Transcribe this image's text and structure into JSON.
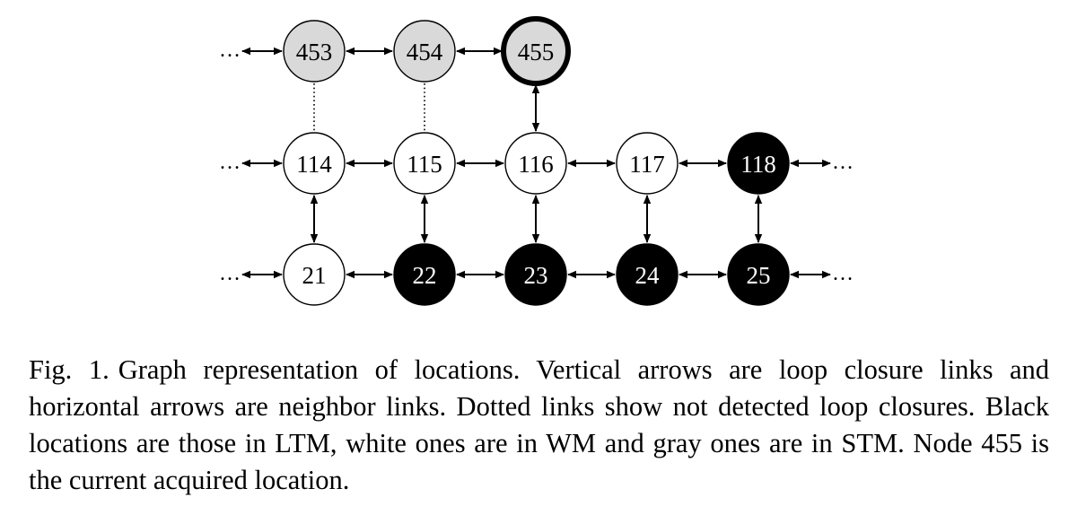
{
  "diagram": {
    "nodes": [
      {
        "id": "453",
        "label": "453",
        "fill": "#d9d9d9",
        "text_color": "#000000",
        "emphasis": false
      },
      {
        "id": "454",
        "label": "454",
        "fill": "#d9d9d9",
        "text_color": "#000000",
        "emphasis": false
      },
      {
        "id": "455",
        "label": "455",
        "fill": "#d9d9d9",
        "text_color": "#000000",
        "emphasis": true
      },
      {
        "id": "114",
        "label": "114",
        "fill": "#ffffff",
        "text_color": "#000000",
        "emphasis": false
      },
      {
        "id": "115",
        "label": "115",
        "fill": "#ffffff",
        "text_color": "#000000",
        "emphasis": false
      },
      {
        "id": "116",
        "label": "116",
        "fill": "#ffffff",
        "text_color": "#000000",
        "emphasis": false
      },
      {
        "id": "117",
        "label": "117",
        "fill": "#ffffff",
        "text_color": "#000000",
        "emphasis": false
      },
      {
        "id": "118",
        "label": "118",
        "fill": "#000000",
        "text_color": "#ffffff",
        "emphasis": false
      },
      {
        "id": "21",
        "label": "21",
        "fill": "#ffffff",
        "text_color": "#000000",
        "emphasis": false
      },
      {
        "id": "22",
        "label": "22",
        "fill": "#000000",
        "text_color": "#ffffff",
        "emphasis": false
      },
      {
        "id": "23",
        "label": "23",
        "fill": "#000000",
        "text_color": "#ffffff",
        "emphasis": false
      },
      {
        "id": "24",
        "label": "24",
        "fill": "#000000",
        "text_color": "#ffffff",
        "emphasis": false
      },
      {
        "id": "25",
        "label": "25",
        "fill": "#000000",
        "text_color": "#ffffff",
        "emphasis": false
      }
    ],
    "edges": [
      {
        "from": "453",
        "to": "454",
        "style": "arrow"
      },
      {
        "from": "454",
        "to": "455",
        "style": "arrow"
      },
      {
        "from": "114",
        "to": "115",
        "style": "arrow"
      },
      {
        "from": "115",
        "to": "116",
        "style": "arrow"
      },
      {
        "from": "116",
        "to": "117",
        "style": "arrow"
      },
      {
        "from": "117",
        "to": "118",
        "style": "arrow"
      },
      {
        "from": "21",
        "to": "22",
        "style": "arrow"
      },
      {
        "from": "22",
        "to": "23",
        "style": "arrow"
      },
      {
        "from": "23",
        "to": "24",
        "style": "arrow"
      },
      {
        "from": "24",
        "to": "25",
        "style": "arrow"
      },
      {
        "from": "453",
        "to": "114",
        "style": "dotted"
      },
      {
        "from": "454",
        "to": "115",
        "style": "dotted"
      },
      {
        "from": "455",
        "to": "116",
        "style": "arrow"
      },
      {
        "from": "114",
        "to": "21",
        "style": "arrow"
      },
      {
        "from": "115",
        "to": "22",
        "style": "arrow"
      },
      {
        "from": "116",
        "to": "23",
        "style": "arrow"
      },
      {
        "from": "117",
        "to": "24",
        "style": "arrow"
      },
      {
        "from": "118",
        "to": "25",
        "style": "arrow"
      }
    ],
    "continuations": [
      {
        "node": "453",
        "side": "left",
        "text": "…"
      },
      {
        "node": "114",
        "side": "left",
        "text": "…"
      },
      {
        "node": "21",
        "side": "left",
        "text": "…"
      },
      {
        "node": "118",
        "side": "right",
        "text": "…"
      },
      {
        "node": "25",
        "side": "right",
        "text": "…"
      }
    ]
  },
  "caption": {
    "label": "Fig. 1.",
    "text": "Graph representation of locations. Vertical arrows are loop closure links and horizontal arrows are neighbor links. Dotted links show not detected loop closures. Black locations are those in LTM, white ones are in WM and gray ones are in STM. Node 455 is the current acquired location."
  }
}
